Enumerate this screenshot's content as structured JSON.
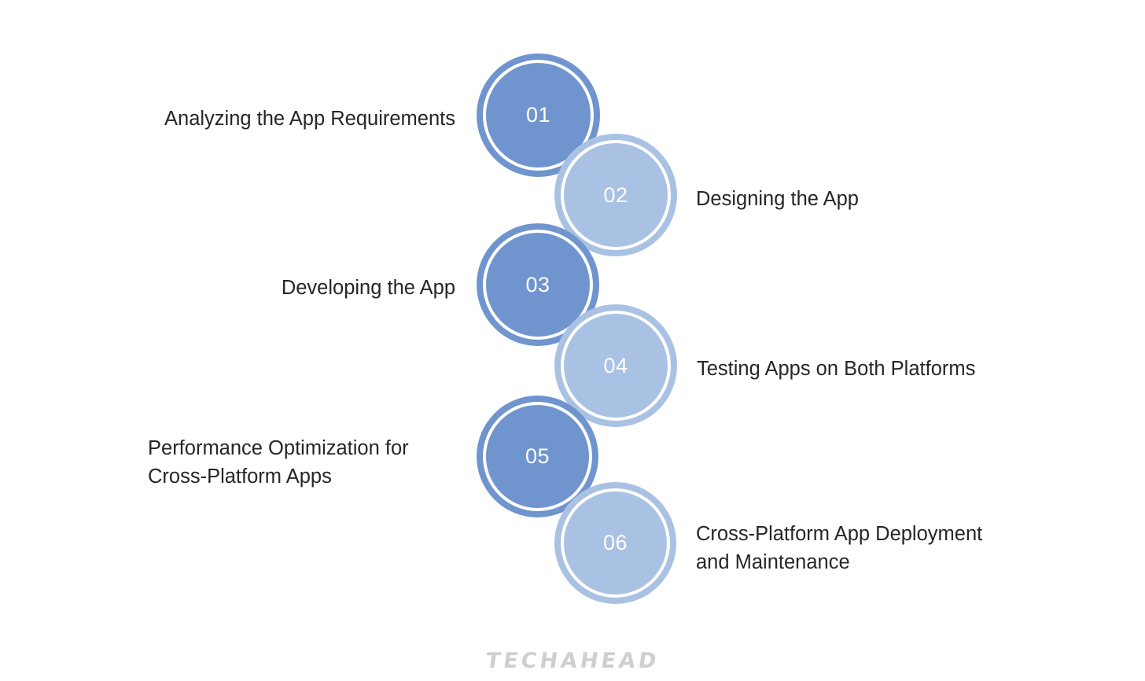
{
  "theme": {
    "background": "#ffffff",
    "dark_circle_color": "#7094ce",
    "light_circle_color": "#a9c2e3",
    "ring_gap_color": "#ffffff",
    "number_text_color": "#ffffff",
    "label_text_color": "#262626",
    "watermark_color": "#cfcfcf"
  },
  "steps": [
    {
      "number": "01",
      "label": "Analyzing the App Requirements",
      "tone": "dark",
      "label_side": "left"
    },
    {
      "number": "02",
      "label": "Designing the App",
      "tone": "light",
      "label_side": "right"
    },
    {
      "number": "03",
      "label": "Developing the App",
      "tone": "dark",
      "label_side": "left"
    },
    {
      "number": "04",
      "label": "Testing Apps on Both Platforms",
      "tone": "light",
      "label_side": "right"
    },
    {
      "number": "05",
      "label": "Performance Optimization for\nCross-Platform Apps",
      "tone": "dark",
      "label_side": "left"
    },
    {
      "number": "06",
      "label": "Cross-Platform App Deployment\nand Maintenance",
      "tone": "light",
      "label_side": "right"
    }
  ],
  "watermark": {
    "text": "TECHAHEAD"
  }
}
